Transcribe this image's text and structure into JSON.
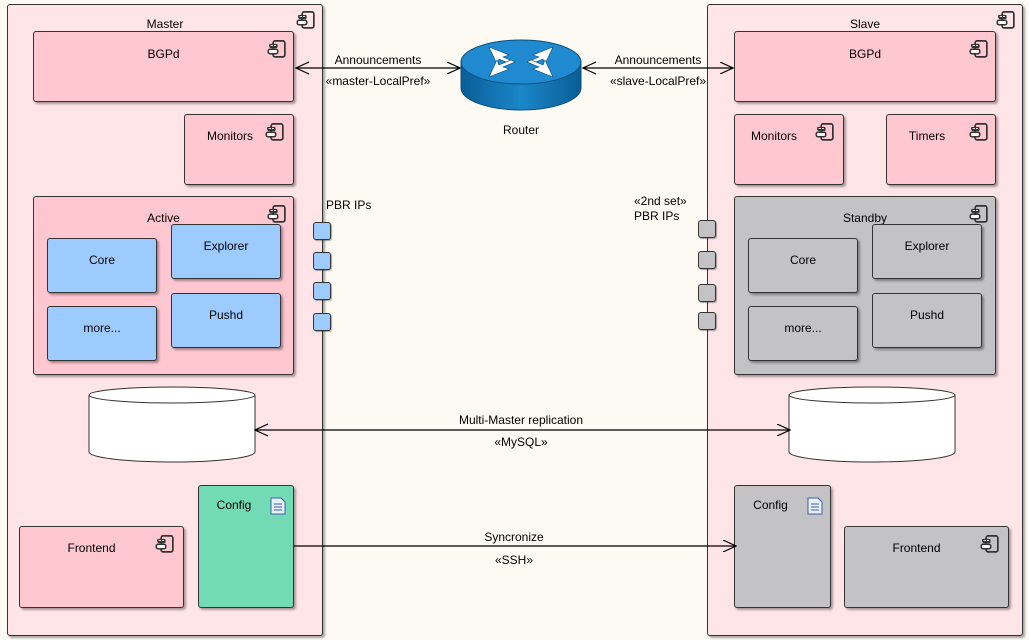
{
  "master": {
    "title": "Master",
    "bgpd": "BGPd",
    "monitors": "Monitors",
    "active": "Active",
    "core": "Core",
    "explorer": "Explorer",
    "more": "more...",
    "pushd": "Pushd",
    "config": "Config",
    "frontend": "Frontend",
    "pbr_label": "PBR IPs"
  },
  "slave": {
    "title": "Slave",
    "bgpd": "BGPd",
    "monitors": "Monitors",
    "timers": "Timers",
    "standby": "Standby",
    "core": "Core",
    "explorer": "Explorer",
    "more": "more...",
    "pushd": "Pushd",
    "config": "Config",
    "frontend": "Frontend",
    "pbr_stereotype": "«2nd set»",
    "pbr_label": "PBR IPs"
  },
  "router": {
    "label": "Router"
  },
  "edges": {
    "master_announcements": "Announcements",
    "master_stereotype": "«master-LocalPref»",
    "slave_announcements": "Announcements",
    "slave_stereotype": "«slave-LocalPref»",
    "replication": "Multi-Master replication",
    "replication_stereotype": "«MySQL»",
    "sync": "Syncronize",
    "sync_stereotype": "«SSH»"
  },
  "colors": {
    "node_pink": "#ffc7d0",
    "container_pink": "#ffe4e8",
    "component_blue": "#9ecbff",
    "standby_grey": "#c3c2c4",
    "config_green": "#72dbb5",
    "router_blue": "#1a86c8"
  }
}
